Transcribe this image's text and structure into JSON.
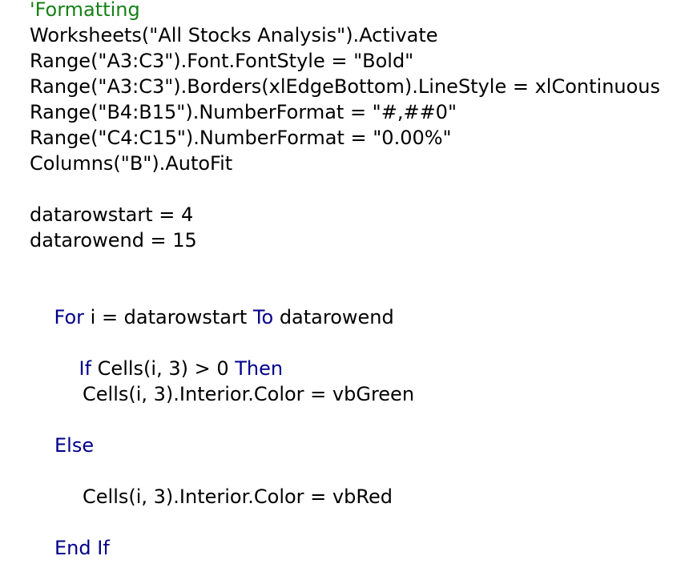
{
  "colors": {
    "comment": "#178017",
    "keyword": "#00008b",
    "text": "#000000",
    "background": "#ffffff"
  },
  "code": {
    "comment_formatting": "'Formatting",
    "ws_activate": "Worksheets(\"All Stocks Analysis\").Activate",
    "font_bold": "Range(\"A3:C3\").Font.FontStyle = \"Bold\"",
    "borders": "Range(\"A3:C3\").Borders(xlEdgeBottom).LineStyle = xlContinuous",
    "fmt_b": "Range(\"B4:B15\").NumberFormat = \"#,##0\"",
    "fmt_c": "Range(\"C4:C15\").NumberFormat = \"0.00%\"",
    "autofit": "Columns(\"B\").AutoFit",
    "rowstart": "datarowstart = 4",
    "rowend": "datarowend = 15",
    "for_kw": "For",
    "for_mid": " i = datarowstart ",
    "to_kw": "To",
    "for_end": " datarowend",
    "if_kw": "If",
    "if_mid": " Cells(i, 3) > 0 ",
    "then_kw": "Then",
    "green": "Cells(i, 3).Interior.Color = vbGreen",
    "else_kw": "Else",
    "red": "Cells(i, 3).Interior.Color = vbRed",
    "endif_kw": "End If"
  }
}
